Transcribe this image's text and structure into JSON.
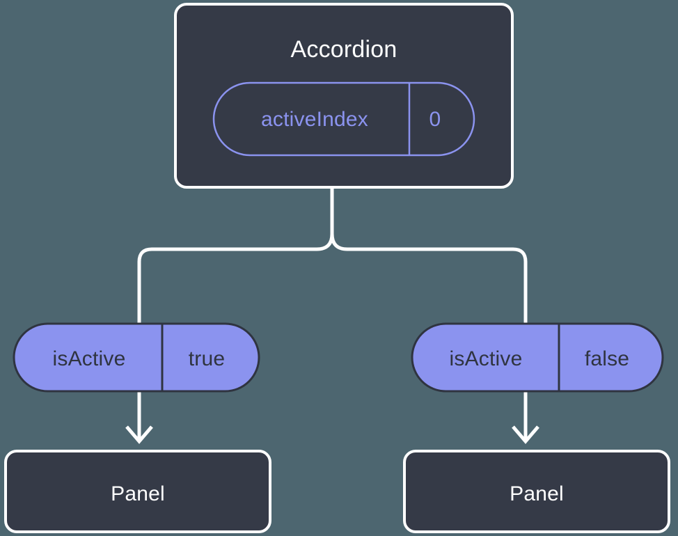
{
  "diagram": {
    "type": "component-state-tree",
    "background_color": "#4d6670",
    "root": {
      "title": "Accordion",
      "box_fill": "#353a47",
      "box_stroke": "#ffffff",
      "state_chip": {
        "name": "activeIndex",
        "value": "0",
        "style": "outline",
        "color": "#8b93ef"
      }
    },
    "branches": [
      {
        "side": "left",
        "prop_chip": {
          "name": "isActive",
          "value": "true",
          "style": "solid",
          "fill": "#8b93ef",
          "text_color": "#2f3440"
        },
        "child": {
          "title": "Panel",
          "box_fill": "#353a47",
          "box_stroke": "#ffffff"
        }
      },
      {
        "side": "right",
        "prop_chip": {
          "name": "isActive",
          "value": "false",
          "style": "solid",
          "fill": "#8b93ef",
          "text_color": "#2f3440"
        },
        "child": {
          "title": "Panel",
          "box_fill": "#353a47",
          "box_stroke": "#ffffff"
        }
      }
    ],
    "connectors": {
      "stroke": "#ffffff",
      "arrow_style": "chevron"
    }
  }
}
